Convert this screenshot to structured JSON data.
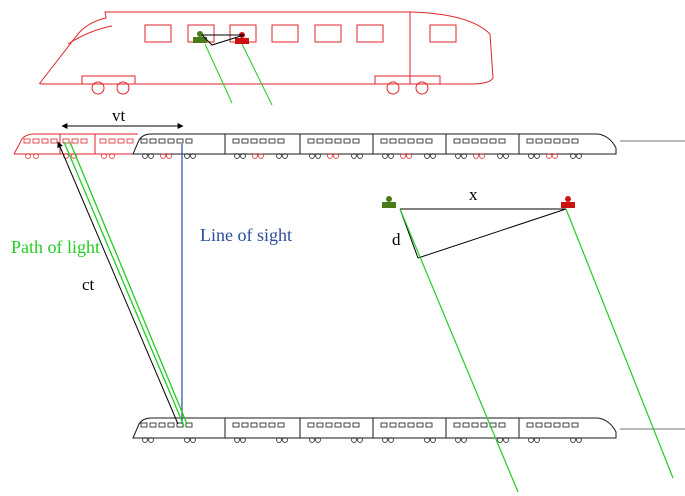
{
  "labels": {
    "vt": "vt",
    "ct": "ct",
    "path_of_light": "Path of light",
    "line_of_sight": "Line of sight",
    "x": "x",
    "d": "d"
  },
  "colors": {
    "observer_train": "#1a1a1a",
    "observed_train": "#e0262b",
    "light_path": "#22cc22",
    "line_of_sight": "#2a4d9a",
    "observer_a": "#4a7a17",
    "observer_b": "#cc1111",
    "annotation": "#000000"
  },
  "icons": {
    "observer_a": "person-icon",
    "observer_b": "person-icon"
  }
}
